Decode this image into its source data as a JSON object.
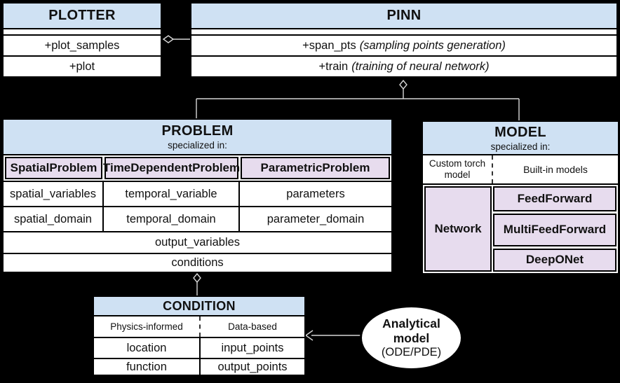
{
  "colors": {
    "background": "#000000",
    "header_blue": "#cfe1f3",
    "cell_purple": "#e7dcee",
    "box_fill": "#ffffff",
    "connector": "#d6d6d6",
    "border": "#000000"
  },
  "plotter": {
    "title": "PLOTTER",
    "rows": [
      "+plot_samples",
      "+plot"
    ]
  },
  "pinn": {
    "title": "PINN",
    "rows": [
      {
        "name": "+span_pts",
        "note": "(sampling points generation)"
      },
      {
        "name": "+train",
        "note": "(training of neural network)"
      }
    ]
  },
  "problem": {
    "title": "PROBLEM",
    "subtitle": "specialized in:",
    "columns": [
      "SpatialProblem",
      "TimeDependentProblem",
      "ParametricProblem"
    ],
    "row_variables": [
      "spatial_variables",
      "temporal_variable",
      "parameters"
    ],
    "row_domains": [
      "spatial_domain",
      "temporal_domain",
      "parameter_domain"
    ],
    "full_rows": [
      "output_variables",
      "conditions"
    ]
  },
  "model": {
    "title": "MODEL",
    "subtitle": "specialized in:",
    "left_header": "Custom torch model",
    "right_header": "Built-in models",
    "left_cell": "Network",
    "right_cells": [
      "FeedForward",
      "MultiFeedForward",
      "DeepONet"
    ]
  },
  "condition": {
    "title": "CONDITION",
    "left_header": "Physics-informed",
    "right_header": "Data-based",
    "left_rows": [
      "location",
      "function"
    ],
    "right_rows": [
      "input_points",
      "output_points"
    ]
  },
  "analytical_model": {
    "line1": "Analytical",
    "line2": "model",
    "line3": "(ODE/PDE)"
  }
}
